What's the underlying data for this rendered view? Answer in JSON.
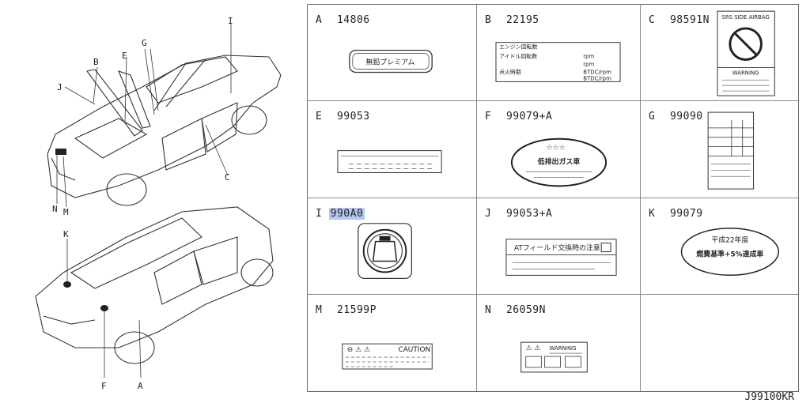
{
  "callouts": {
    "top": [
      "J",
      "B",
      "E",
      "G",
      "I",
      "C",
      "N",
      "M"
    ],
    "bottom": [
      "K",
      "F",
      "A"
    ]
  },
  "cells": [
    {
      "letter": "A",
      "code": "14806",
      "label_text": "無鉛プレミアム"
    },
    {
      "letter": "B",
      "code": "22195",
      "lines": [
        "エンジン回転数",
        "アイドル回転数",
        "点火時期"
      ],
      "units": [
        "rpm",
        "rpm",
        "BTDC/rpm",
        "BTDC/rpm"
      ]
    },
    {
      "letter": "C",
      "code": "98591N",
      "label_title": "SRS SIDE AIRBAG",
      "label_warning": "WARNING"
    },
    {
      "letter": "E",
      "code": "99053"
    },
    {
      "letter": "F",
      "code": "99079+A",
      "label_text": "低排出ガス車"
    },
    {
      "letter": "G",
      "code": "99090"
    },
    {
      "letter": "I",
      "code": "990A0",
      "highlight": true
    },
    {
      "letter": "J",
      "code": "99053+A",
      "label_text": "ATフィールド交換時の注意"
    },
    {
      "letter": "K",
      "code": "99079",
      "label_top": "平成22年度",
      "label_main": "燃費基準+5%達成車"
    },
    {
      "letter": "M",
      "code": "21599P",
      "label_text": "CAUTION"
    },
    {
      "letter": "N",
      "code": "26059N",
      "label_text": "WARNING"
    }
  ],
  "footer_code": "J99100KR"
}
